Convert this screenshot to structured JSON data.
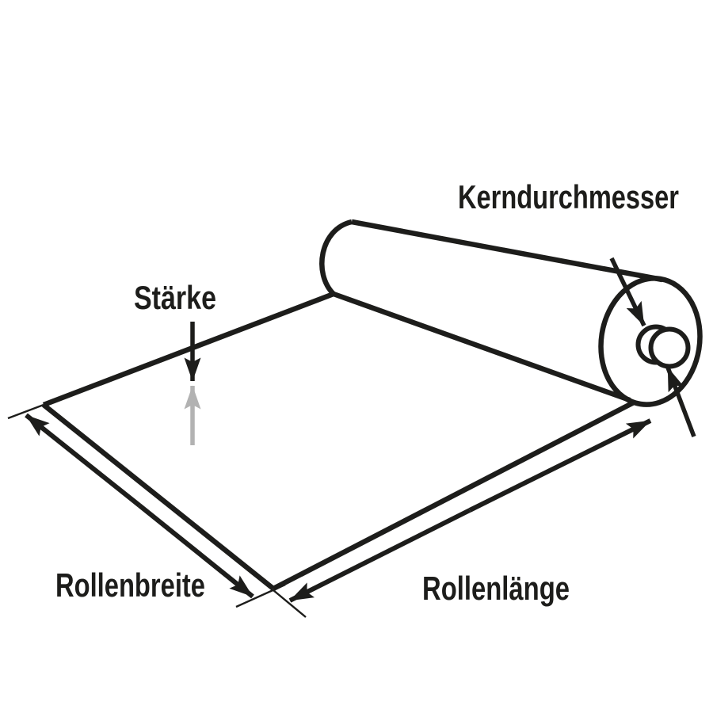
{
  "diagram": {
    "labels": {
      "core_diameter": "Kerndurchmesser",
      "thickness": "Stärke",
      "roll_width": "Rollenbreite",
      "roll_length": "Rollenlänge"
    },
    "colors": {
      "background": "#ffffff",
      "ink": "#1d1d1b",
      "muted_arrow": "#b2b2b2"
    },
    "arrows": {
      "core_diameter_upper": "arrow-pointing-down-right-to-core",
      "core_diameter_lower": "arrow-pointing-up-left-to-core",
      "thickness_down": "black-down-arrow",
      "thickness_up": "gray-up-arrow",
      "roll_width_dimension": "double-headed-diagonal-arrow",
      "roll_length_dimension": "double-headed-diagonal-arrow"
    }
  }
}
